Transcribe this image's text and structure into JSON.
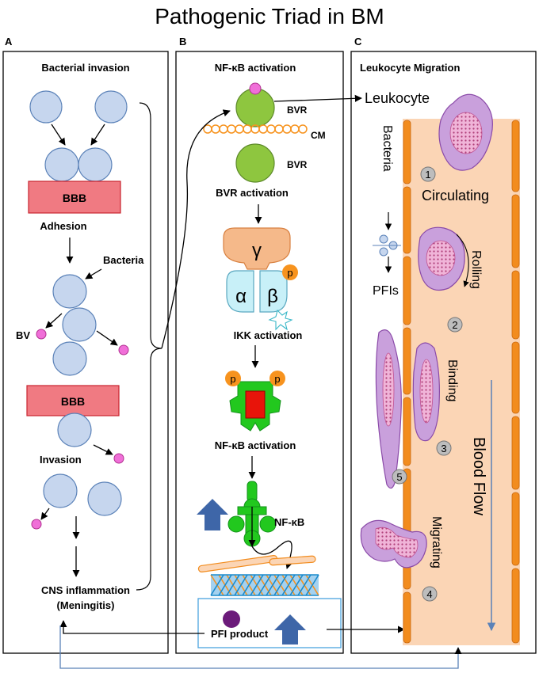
{
  "title": "Pathogenic Triad in BM",
  "panels": {
    "a": {
      "letter": "A",
      "heading": "Bacterial invasion",
      "bbb_label_top": "BBB",
      "bbb_label_bottom": "BBB",
      "adhesion": "Adhesion",
      "bacteria": "Bacteria",
      "bv": "BV",
      "invasion": "Invasion",
      "cns_line1": "CNS inflammation",
      "cns_line2": "(Meningitis)"
    },
    "b": {
      "letter": "B",
      "heading": "NF-κB activation",
      "bvr_top": "BVR",
      "cm": "CM",
      "bvr_bottom": "BVR",
      "bvr_activation": "BVR activation",
      "gamma": "γ",
      "alpha": "α",
      "beta": "β",
      "p": "p",
      "ikk_activation": "IKK activation",
      "nfkb_activation": "NF-κB activation",
      "nfkb": "NF-κB",
      "pfi_product": "PFI product"
    },
    "c": {
      "letter": "C",
      "heading": "Leukocyte Migration",
      "leukocyte": "Leukocyte",
      "bacteria": "Bacteria",
      "pfis": "PFIs",
      "circulating": "Circulating",
      "rolling": "Rolling",
      "binding": "Binding",
      "migrating": "Migrating",
      "blood_flow": "Blood Flow",
      "step1": "1",
      "step2": "2",
      "step3": "3",
      "step4": "4",
      "step5": "5"
    }
  },
  "colors": {
    "bacterium_fill": "#c6d6ee",
    "bacterium_stroke": "#5b82b8",
    "bbb_fill": "#f07a82",
    "bbb_stroke": "#c8242f",
    "vesicle": "#f06fd8",
    "bvr_green": "#8ec63f",
    "membrane_orange": "#f7931e",
    "ikk_gamma": "#f5b98a",
    "ikk_alpha_beta": "#c8f0f8",
    "phospho": "#f7931e",
    "nfkb_green": "#22c81e",
    "nfkb_red": "#e8140a",
    "dna_blue": "#4aa3df",
    "arrow_blue": "#3e66a8",
    "vessel_fill": "#fbd5b5",
    "vessel_wall": "#f28c1e",
    "leukocyte_fill": "#c9a0dc",
    "leukocyte_nucleus": "#e8a0c8",
    "pfi_product_dot": "#6b1a7a"
  }
}
